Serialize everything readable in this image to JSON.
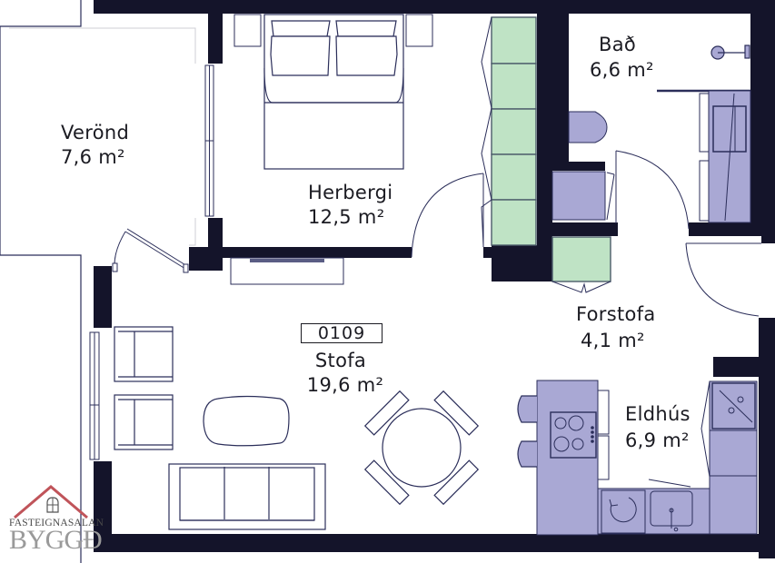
{
  "floorplan": {
    "unit_number": "0109",
    "colors": {
      "wall": "#14142a",
      "furniture_fill": "#a9a8d4",
      "wardrobe_fill": "#bfe3c5",
      "line": "#2b2e5a",
      "logo_roof": "#c0545a",
      "logo_text": "#9a9a9a"
    },
    "rooms": [
      {
        "id": "verond",
        "name": "Verönd",
        "area": "7,6 m²"
      },
      {
        "id": "herbergi",
        "name": "Herbergi",
        "area": "12,5 m²"
      },
      {
        "id": "bad",
        "name": "Bað",
        "area": "6,6 m²"
      },
      {
        "id": "forstofa",
        "name": "Forstofa",
        "area": "4,1 m²"
      },
      {
        "id": "stofa",
        "name": "Stofa",
        "area": "19,6 m²"
      },
      {
        "id": "eldhus",
        "name": "Eldhús",
        "area": "6,9 m²"
      }
    ]
  },
  "logo": {
    "tagline": "FASTEIGNASALAN",
    "brand": "BYGGÐ"
  }
}
